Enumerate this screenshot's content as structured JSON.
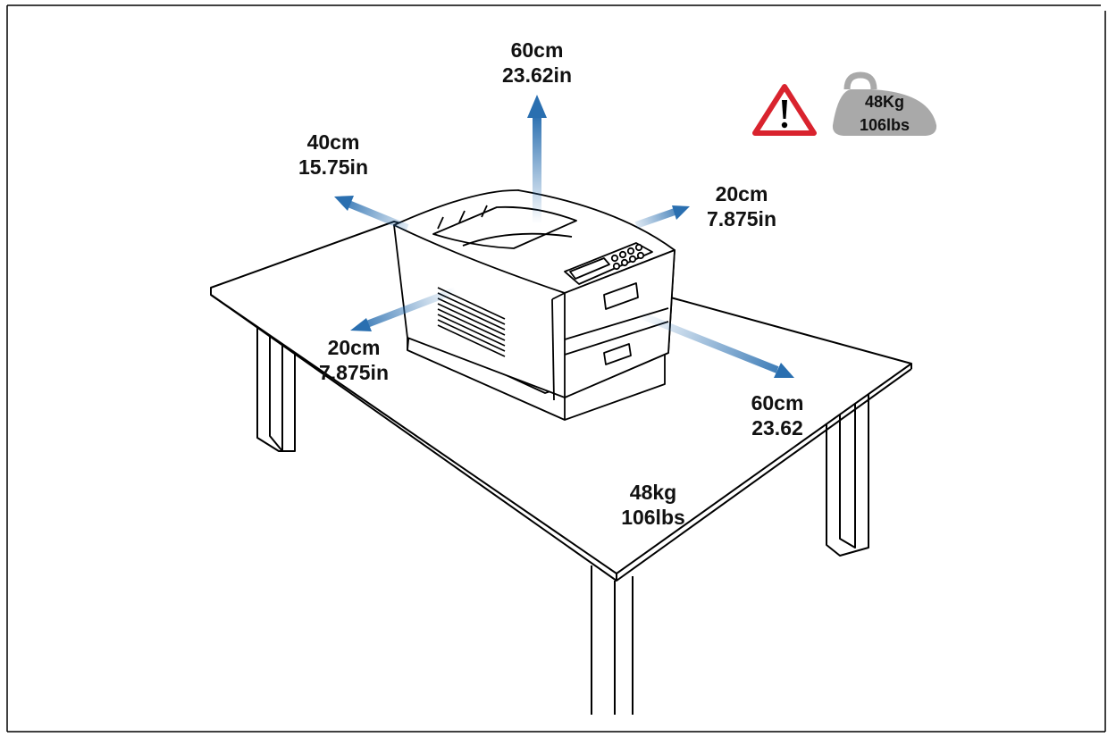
{
  "clearances": {
    "top": {
      "metric": "60cm",
      "imperial": "23.62in"
    },
    "rear": {
      "metric": "40cm",
      "imperial": "15.75in"
    },
    "right": {
      "metric": "20cm",
      "imperial": "7.875in"
    },
    "left": {
      "metric": "20cm",
      "imperial": "7.875in"
    },
    "front": {
      "metric": "60cm",
      "imperial": "23.62"
    }
  },
  "weight_badge": {
    "metric": "48Kg",
    "imperial": "106lbs"
  },
  "table_weight": {
    "metric": "48kg",
    "imperial": "106lbs"
  },
  "icons": {
    "warning": "warning-triangle-icon",
    "weight": "kettlebell-weight-icon"
  },
  "colors": {
    "arrow": "#2a6fb0",
    "warning_red": "#d9232e",
    "weight_gray": "#a9a9a9"
  }
}
